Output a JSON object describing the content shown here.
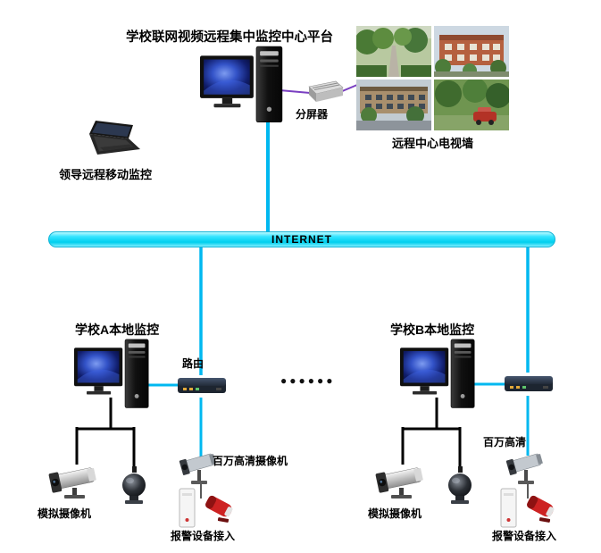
{
  "title": "学校联网视频远程集中监控中心平台",
  "internet": {
    "label": "INTERNET"
  },
  "center": {
    "splitter_label": "分屏器",
    "tv_wall_label": "远程中心电视墙",
    "laptop_label": "领导远程移动监控"
  },
  "ellipsis": "●●●●●●",
  "school_a": {
    "title": "学校A本地监控",
    "router_label": "路由",
    "analog_camera_label": "模拟摄像机",
    "hd_camera_label": "百万高清摄像机",
    "alarm_label": "报警设备接入"
  },
  "school_b": {
    "title": "学校B本地监控",
    "analog_camera_label": "模拟摄像机",
    "hd_camera_label": "百万高清",
    "alarm_label": "报警设备接入"
  },
  "colors": {
    "internet_bar": "#00dcf5",
    "link_cyan": "#00b8f0",
    "link_purple": "#7a3fc1",
    "link_black": "#000000"
  }
}
